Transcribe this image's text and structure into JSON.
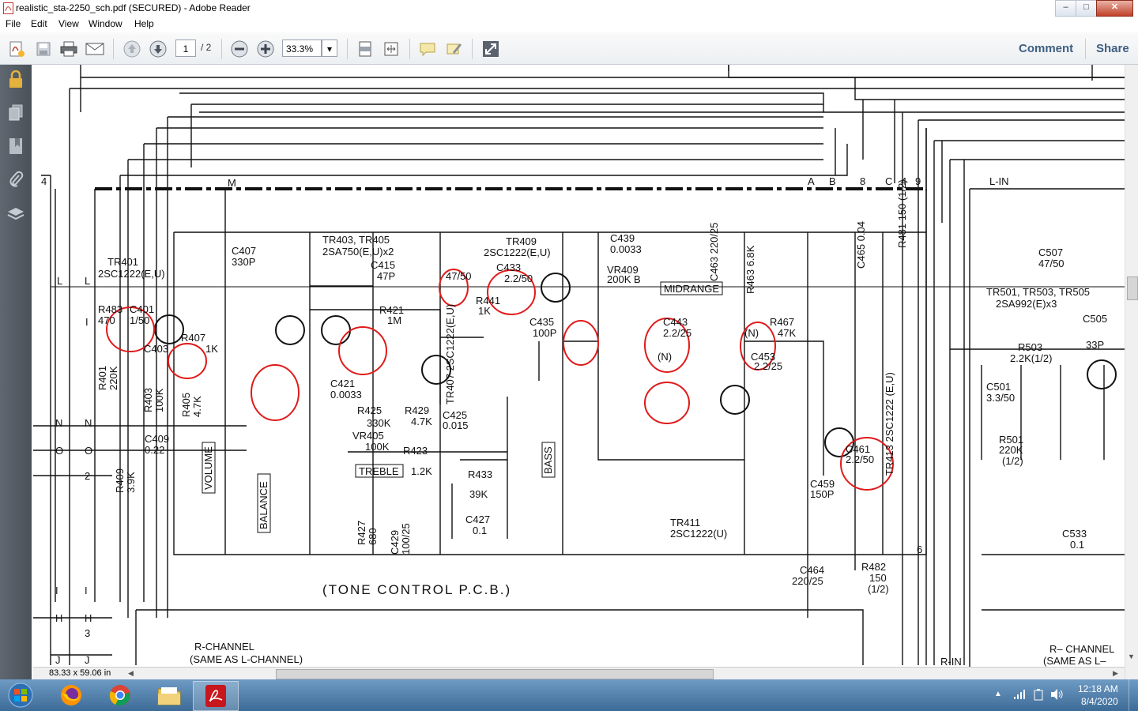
{
  "window": {
    "title": "realistic_sta-2250_sch.pdf (SECURED) - Adobe Reader",
    "minimize": "–",
    "maximize": "□",
    "close": "✕"
  },
  "menu": [
    "File",
    "Edit",
    "View",
    "Window",
    "Help"
  ],
  "toolbar": {
    "page_current": "1",
    "page_total": "/ 2",
    "zoom": "33.3%",
    "comment_label": "Comment",
    "share_label": "Share"
  },
  "status": {
    "page_size": "83.33 x 59.06 in"
  },
  "taskbar": {
    "time": "12:18 AM",
    "date": "8/4/2020"
  },
  "schematic": {
    "tr401": [
      "TR401",
      "2SC1222(E,U)"
    ],
    "tr403": [
      "TR403, TR405",
      "2SA750(E,U)x2"
    ],
    "tr409": [
      "TR409",
      "2SC1222(E,U)"
    ],
    "tr407": "TR407 2SC1222(E,U)",
    "tr411": [
      "TR411",
      "2SC1222(U)"
    ],
    "tr413": "TR413 2SC1222 (E,U)",
    "tr501": [
      "TR501, TR503, TR505",
      "2SA992(E)x3"
    ],
    "c407": [
      "C407",
      "330P"
    ],
    "c439": [
      "C439",
      "0.0033"
    ],
    "vr409": [
      "VR409",
      "200K B"
    ],
    "midrange": "MIDRANGE",
    "treble": "TREBLE",
    "bass": "BASS",
    "volume": "VOLUME",
    "balance": "BALANCE",
    "tone_title": "(TONE CONTROL P.C.B.)",
    "r_channel": [
      "R-CHANNEL",
      "(SAME AS L-CHANNEL)"
    ],
    "r_channel2": [
      "R– CHANNEL",
      "(SAME AS L–"
    ],
    "c415": [
      "C415",
      "47P"
    ],
    "r421": [
      "R421",
      "1M"
    ],
    "c431": "47/50",
    "c433": [
      "C433",
      "2.2/50"
    ],
    "r441": [
      "R441",
      "1K"
    ],
    "c435": [
      "C435",
      "100P"
    ],
    "c443": [
      "C443",
      "2.2/25"
    ],
    "n": "(N)",
    "r467": [
      "R467",
      "47K"
    ],
    "c453": [
      "C453",
      "2.2/25"
    ],
    "c461": [
      "C461",
      "2.2/50"
    ],
    "c459": [
      "C459",
      "150P"
    ],
    "c464": [
      "C464",
      "220/25"
    ],
    "r482": [
      "R482",
      "150",
      "(1/2)"
    ],
    "r481": "R481 150 (1/2)",
    "c463": "C463 220/25",
    "c465": "C465 0.04",
    "r463": "R463 6.8K",
    "c421": [
      "C421",
      "0.0033"
    ],
    "r425": [
      "R425",
      "330K"
    ],
    "vr405": [
      "VR405",
      "100K"
    ],
    "r429": [
      "R429",
      "4.7K"
    ],
    "c425": [
      "C425",
      "0.015"
    ],
    "r423": [
      "R423",
      "1.2K"
    ],
    "r433": [
      "R433",
      "39K"
    ],
    "c427": [
      "C427",
      "0.1"
    ],
    "c429": [
      "C429",
      "100/25"
    ],
    "r427": [
      "R427",
      "680"
    ],
    "r401": [
      "R401",
      "220K"
    ],
    "r403": [
      "R403",
      "100K"
    ],
    "r405": [
      "R405",
      "4.7K"
    ],
    "r407": [
      "R407",
      "1K"
    ],
    "c403": "C403",
    "c401": "C401",
    "r483": "R483",
    "c401_val": "1/50",
    "r483_val": "470",
    "c409": [
      "C409",
      "0.22"
    ],
    "r409": [
      "R409",
      "3.9K"
    ],
    "c507": [
      "C507",
      "47/50"
    ],
    "c505": [
      "C505",
      "33P"
    ],
    "r503": [
      "R503",
      "2.2K(1/2)"
    ],
    "c501": [
      "C501",
      "3.3/50"
    ],
    "r501": [
      "R501",
      "220K",
      "(1/2)"
    ],
    "c533": [
      "C533",
      "0.1"
    ],
    "nodes": [
      "4",
      "M",
      "L",
      "I",
      "N",
      "O",
      "2",
      "I",
      "H",
      "3",
      "J",
      "A",
      "B",
      "8",
      "C",
      "4",
      "9",
      "6",
      "L-IN",
      "R-IN"
    ]
  }
}
